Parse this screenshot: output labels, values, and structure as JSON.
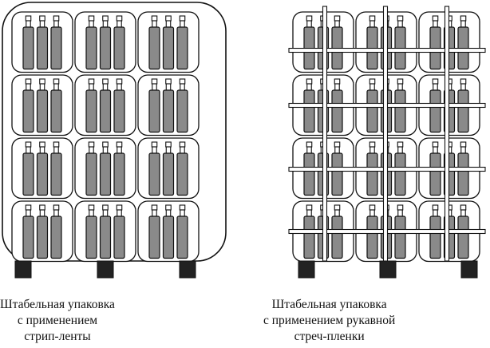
{
  "colors": {
    "outline": "#111111",
    "bottle_fill": "#8a8a8a",
    "pallet_fill": "#222222",
    "background": "#ffffff"
  },
  "icons": {
    "bottle": "bottle-icon",
    "pallet_block": "pallet-block-icon",
    "strip_tape": "strip-tape-band"
  },
  "left_pallet": {
    "packs_rows": 4,
    "packs_cols": 3,
    "bottles_per_pack": 3,
    "caption": [
      "Штабельная упаковка",
      "с применением рукавной",
      "стреч-пленки"
    ]
  },
  "right_pallet": {
    "packs_rows": 4,
    "packs_cols": 3,
    "bottles_per_pack": 3,
    "caption": [
      "Штабельная упаковка",
      "с применением",
      "стрип-ленты"
    ]
  }
}
